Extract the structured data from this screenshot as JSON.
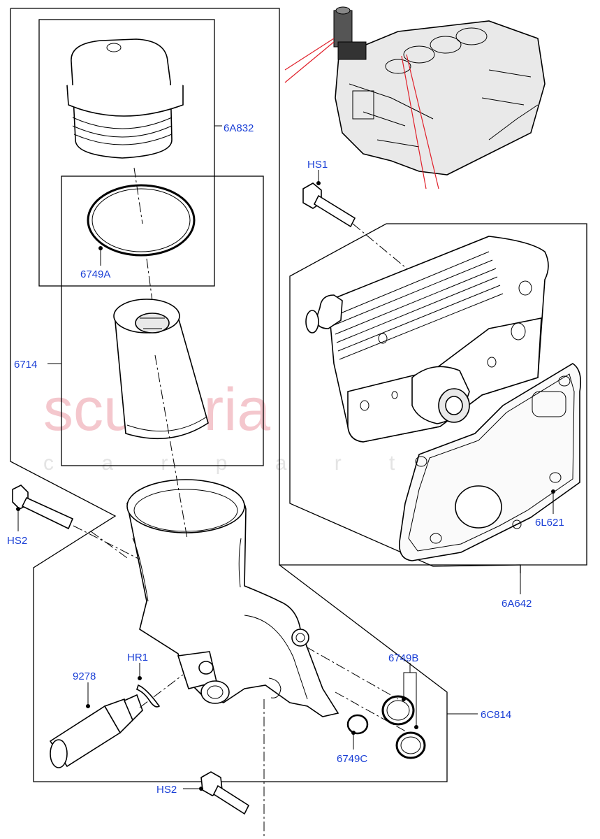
{
  "watermark": {
    "brand": "scuderia",
    "tagline": "c a r   p a r t s"
  },
  "callouts": {
    "cap": "6A832",
    "oring_cap": "6749A",
    "filter": "6714",
    "bolt_cooler": "HS1",
    "gasket": "6L621",
    "cooler_assembly": "6A642",
    "bolt_left": "HS2",
    "bolt_bottom": "HS2",
    "hose_clip": "HR1",
    "sensor": "9278",
    "orings_pair": "6749B",
    "oring_small": "6749C",
    "housing": "6C814"
  },
  "colors": {
    "callout_text": "#1a3fd6",
    "leader_red": "#e0202a",
    "watermark_red": "#f4c7cd"
  }
}
